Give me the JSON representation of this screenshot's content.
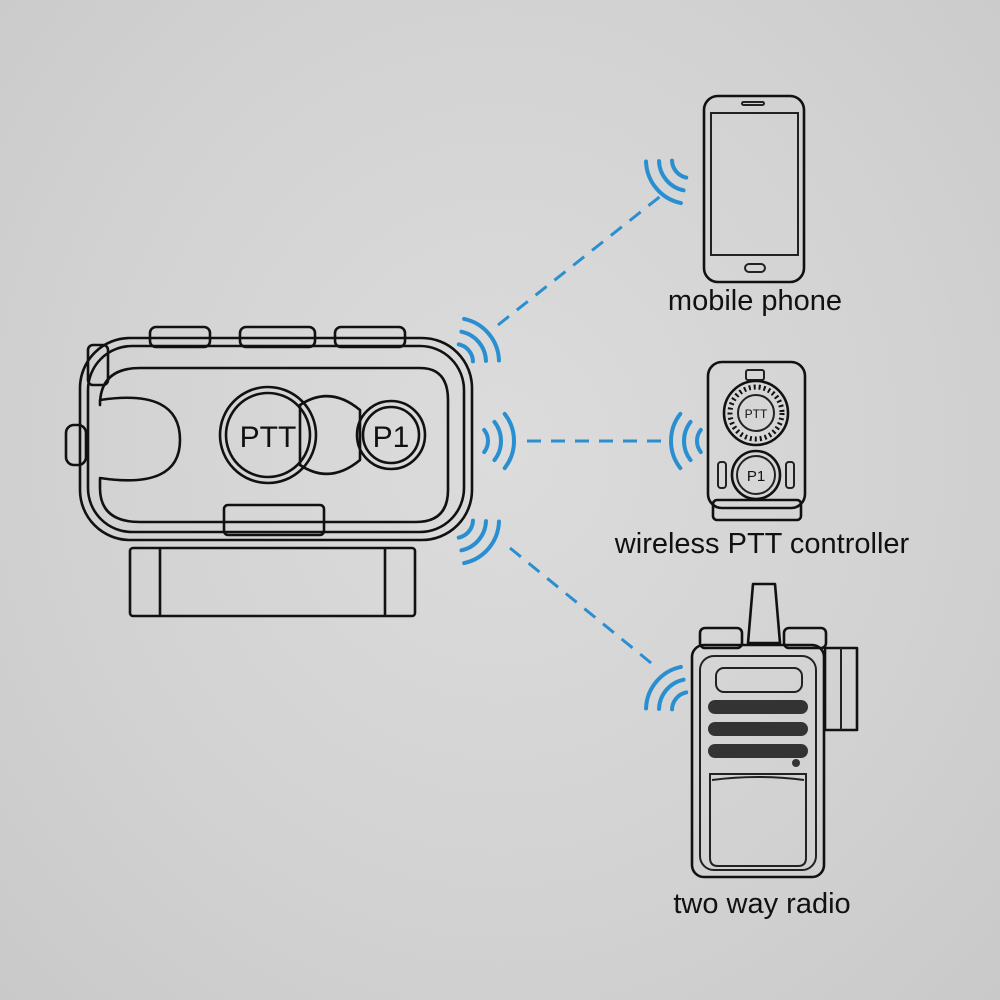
{
  "hub_device": {
    "ptt_label": "PTT",
    "p1_label": "P1"
  },
  "devices": [
    {
      "id": "phone",
      "label": "mobile phone"
    },
    {
      "id": "controller",
      "label": "wireless PTT controller",
      "ptt_label": "PTT",
      "p1_label": "P1"
    },
    {
      "id": "radio",
      "label": "two way radio"
    }
  ],
  "colors": {
    "wave": "#2a8fd0",
    "line": "#111111",
    "background": "#d4d4d4"
  }
}
